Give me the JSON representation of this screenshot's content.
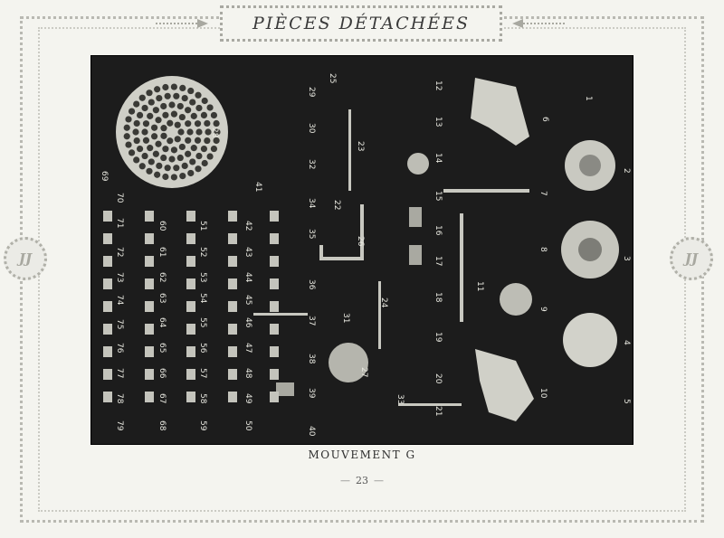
{
  "header": {
    "title": "PIÈCES DÉTACHÉES"
  },
  "monogram": {
    "text": "JJ"
  },
  "plate": {
    "part_numbers": [
      "1",
      "2",
      "3",
      "4",
      "5",
      "6",
      "7",
      "8",
      "9",
      "10",
      "11",
      "12",
      "13",
      "14",
      "15",
      "16",
      "17",
      "18",
      "19",
      "20",
      "21",
      "22",
      "23",
      "24",
      "25",
      "26",
      "27",
      "28",
      "29",
      "30",
      "31",
      "32",
      "33",
      "34",
      "35",
      "36",
      "37",
      "38",
      "39",
      "40",
      "41",
      "42",
      "43",
      "44",
      "45",
      "46",
      "47",
      "48",
      "49",
      "50",
      "51",
      "52",
      "53",
      "54",
      "55",
      "56",
      "57",
      "58",
      "59",
      "60",
      "61",
      "62",
      "63",
      "64",
      "65",
      "66",
      "67",
      "68",
      "69",
      "70",
      "71",
      "72",
      "73",
      "74",
      "75",
      "76",
      "77",
      "78",
      "79"
    ]
  },
  "caption": {
    "text": "MOUVEMENT G"
  },
  "footer": {
    "page_number": "23",
    "dash": "—"
  },
  "colors": {
    "paper": "#f4f4ef",
    "plate_background": "#1c1c1c",
    "part_metal": "#d8d8d0",
    "label": "#e8e8e0"
  }
}
